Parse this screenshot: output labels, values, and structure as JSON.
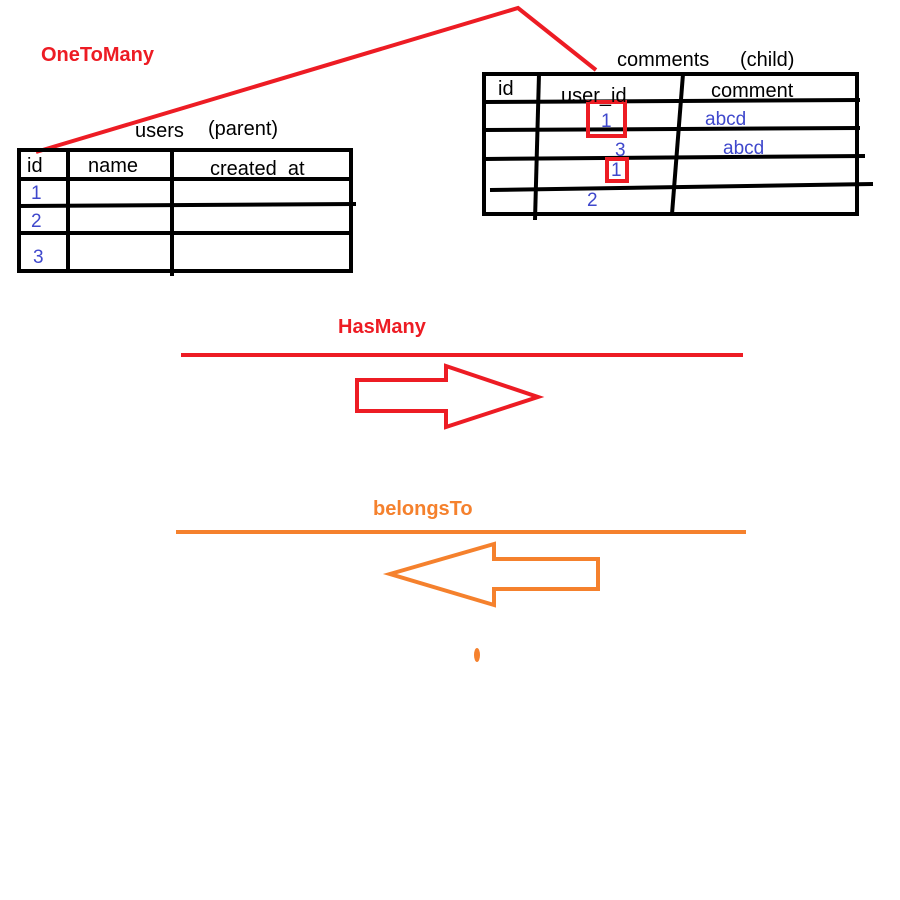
{
  "title": "OneToMany",
  "colors": {
    "red": "#ed1c24",
    "orange": "#f5812d",
    "blue": "#3f48cc",
    "black": "#000000"
  },
  "users_table": {
    "name": "users",
    "role": "(parent)",
    "columns": [
      "id",
      "name",
      "created_at"
    ],
    "ids": [
      "1",
      "2",
      "3"
    ]
  },
  "comments_table": {
    "name": "comments",
    "role": "(child)",
    "columns": [
      "id",
      "user_id",
      "comment"
    ],
    "user_ids": [
      "1",
      "3",
      "1",
      "2"
    ],
    "comment_values": [
      "abcd",
      "abcd"
    ]
  },
  "relations": {
    "has_many": {
      "label": "HasMany",
      "direction": "right"
    },
    "belongs_to": {
      "label": "belongsTo",
      "direction": "left"
    }
  }
}
